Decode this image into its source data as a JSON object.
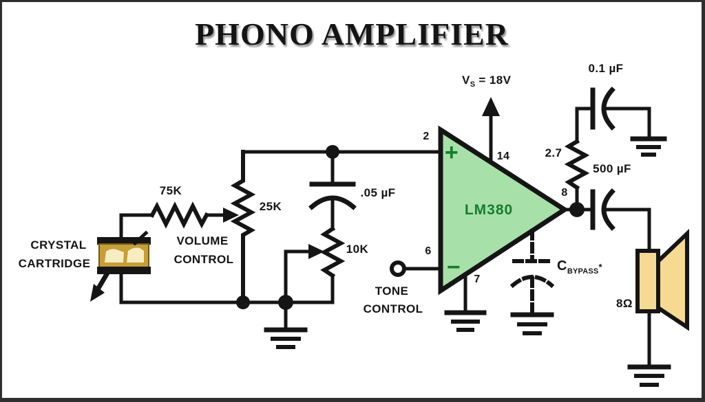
{
  "title": "PHONO AMPLIFIER",
  "schematic": {
    "cartridge": {
      "line1": "CRYSTAL",
      "line2": "CARTRIDGE"
    },
    "volume": {
      "line1": "VOLUME",
      "line2": "CONTROL"
    },
    "tone": {
      "line1": "TONE",
      "line2": "CONTROL"
    },
    "r_input": "75K",
    "r_volume": "25K",
    "r_tone": "10K",
    "r_snubber": "2.7",
    "c_tone": ".05 µF",
    "c_snubber": "0.1 µF",
    "c_output": "500 µF",
    "c_bypass": {
      "prefix": "C",
      "sub": "BYPASS",
      "suffix": "*"
    },
    "supply": {
      "prefix": "V",
      "sub": "S",
      "rest": " = 18V"
    },
    "ic": {
      "name": "LM380",
      "plus": "+",
      "minus": "−"
    },
    "pins": {
      "noninv": "2",
      "inv": "6",
      "ground": "7",
      "supply": "14",
      "output": "8"
    },
    "speaker_impedance": "8Ω"
  },
  "colors": {
    "ic_fill": "#a8e0aa",
    "ic_text": "#157d2e",
    "speaker_fill": "#f6da92",
    "cartridge_body": "#c79f35",
    "cartridge_inner": "#f7edc2",
    "line": "#151515",
    "border": "#2e2e2e"
  }
}
